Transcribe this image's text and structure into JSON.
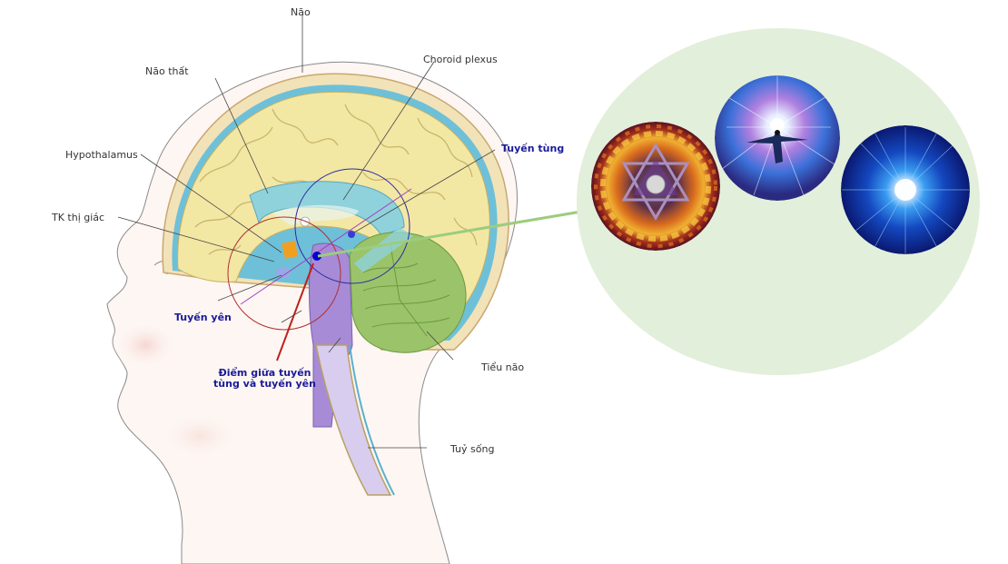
{
  "diagram": {
    "title": "Sagittal brain section: pineal gland and pituitary gland",
    "labels": {
      "brain": "Não",
      "ventricle": "Não thất",
      "choroid_plexus": "Choroid plexus",
      "hypothalamus": "Hypothalamus",
      "optic_nerve": "TK thị giác",
      "pineal_gland": "Tuyến tùng",
      "pituitary_gland": "Tuyến yên",
      "midpoint_line1": "Điểm giữa  tuyến",
      "midpoint_line2": "tùng và  tuyến yên",
      "cerebellum": "Tiểu não",
      "spinal_cord": "Tuỷ sống"
    },
    "callout": {
      "description": "Green callout bubble linked to the midpoint",
      "images": [
        {
          "name": "star-of-david-fire-image",
          "description": "Hexagram within a fiery ring"
        },
        {
          "name": "human-light-burst-image",
          "description": "Human figure flying with arms outstretched in a burst of light"
        },
        {
          "name": "blue-light-burst-image",
          "description": "Blue radial light explosion"
        }
      ]
    },
    "colors": {
      "brain": "#f3e7a4",
      "ventricle": "#8fd2dc",
      "brainstem": "#a78bd6",
      "cerebellum": "#9bc36a",
      "callout": "#e2efda",
      "callout_line": "#9ccc7e",
      "label_blue": "#1a1a9a",
      "red_line": "#c0201a"
    }
  }
}
